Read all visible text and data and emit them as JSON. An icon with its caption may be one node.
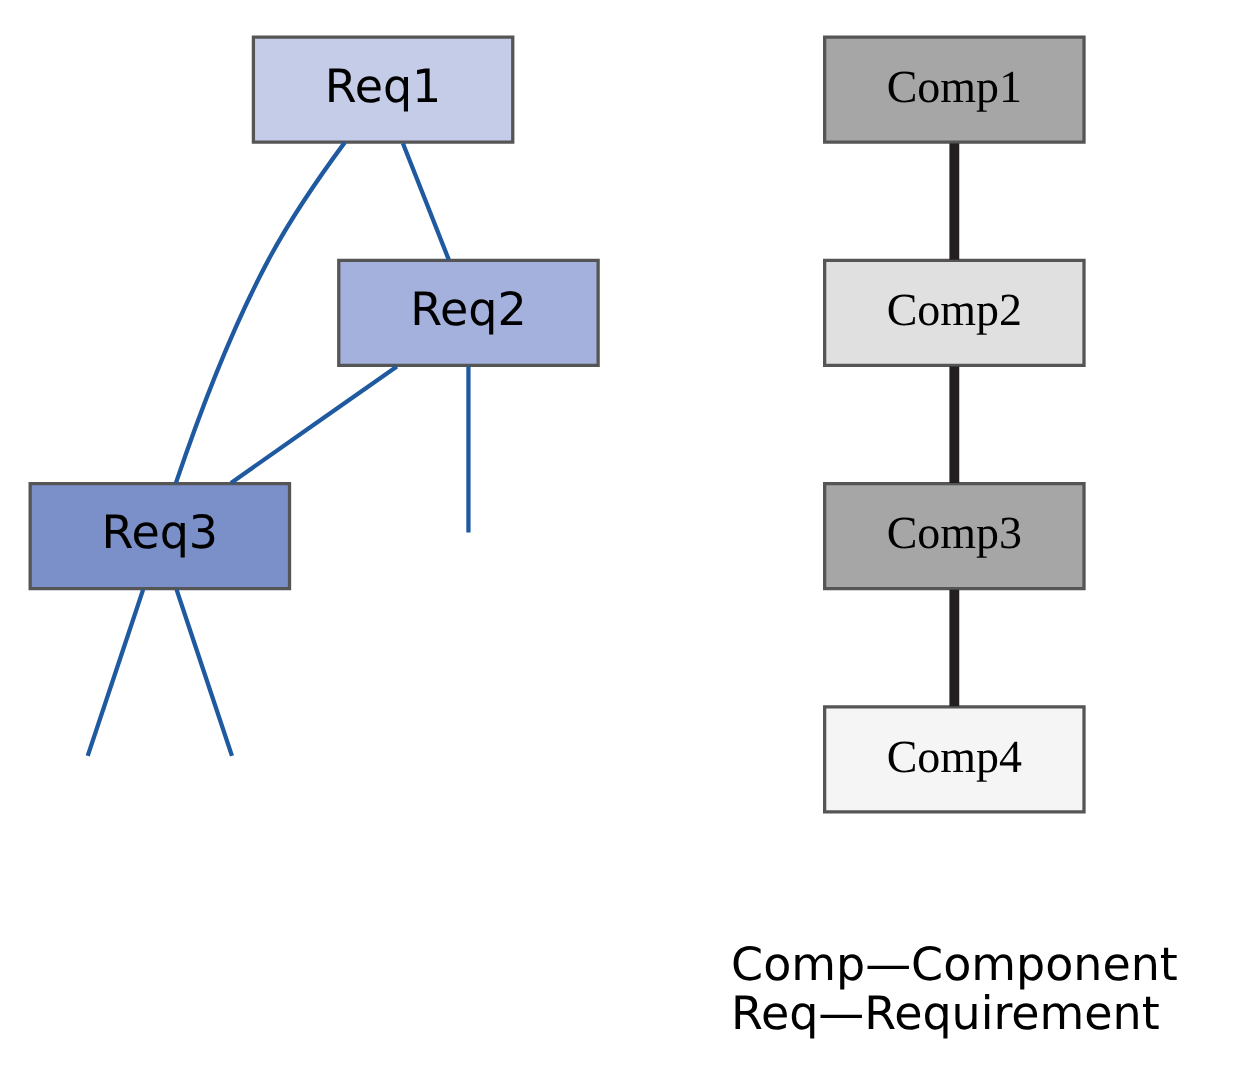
{
  "diagram": {
    "nodes": [
      {
        "text": [
          "Req1"
        ]
      },
      {
        "text": [
          "Req2"
        ]
      },
      {
        "text": [
          "Req3"
        ]
      },
      {
        "text": [
          "Comp1"
        ]
      },
      {
        "text": [
          "Comp2"
        ]
      },
      {
        "text": [
          "Comp3"
        ]
      },
      {
        "text": [
          "Comp4"
        ]
      }
    ],
    "edges": [
      {
        "from": 0,
        "to": 1,
        "arrow": "none"
      },
      {
        "from": 0,
        "to": 2,
        "arrow": "none"
      },
      {
        "from": 1,
        "to": 2,
        "arrow": "none"
      },
      {
        "from": 1,
        "to": null,
        "arrow": "none"
      },
      {
        "from": 2,
        "to": null,
        "arrow": "none"
      },
      {
        "from": 2,
        "to": null,
        "arrow": "none"
      },
      {
        "from": 3,
        "to": 4,
        "arrow": "none",
        "style": "thick",
        "color": "#231f20"
      },
      {
        "from": 4,
        "to": 5,
        "arrow": "none",
        "style": "thick",
        "color": "#231f20"
      },
      {
        "from": 5,
        "to": 6,
        "arrow": "none",
        "style": "thick",
        "color": "#231f20"
      }
    ],
    "labels": [
      "Comp—Component",
      "Req—Requirement"
    ]
  }
}
